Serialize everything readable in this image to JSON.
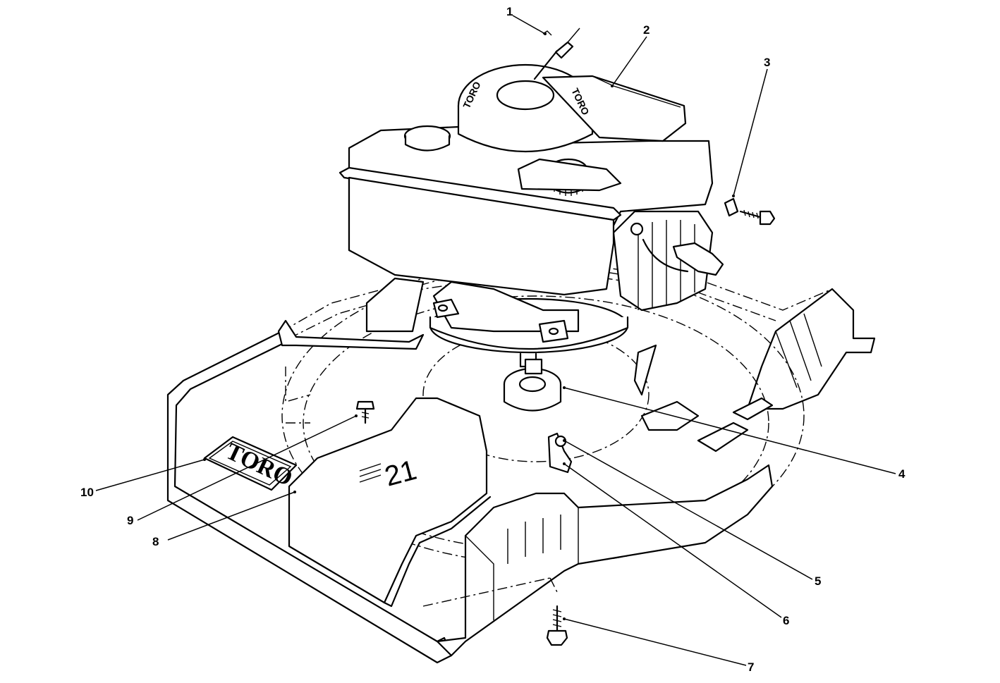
{
  "callouts": [
    {
      "id": "1",
      "label": "1"
    },
    {
      "id": "2",
      "label": "2"
    },
    {
      "id": "3",
      "label": "3"
    },
    {
      "id": "4",
      "label": "4"
    },
    {
      "id": "5",
      "label": "5"
    },
    {
      "id": "6",
      "label": "6"
    },
    {
      "id": "7",
      "label": "7"
    },
    {
      "id": "8",
      "label": "8"
    },
    {
      "id": "9",
      "label": "9"
    },
    {
      "id": "10",
      "label": "10"
    }
  ],
  "engine": {
    "brand_left": "TORO",
    "brand_right": "TORO"
  },
  "decal": {
    "brand": "TORO"
  },
  "deck": {
    "model": "21"
  }
}
